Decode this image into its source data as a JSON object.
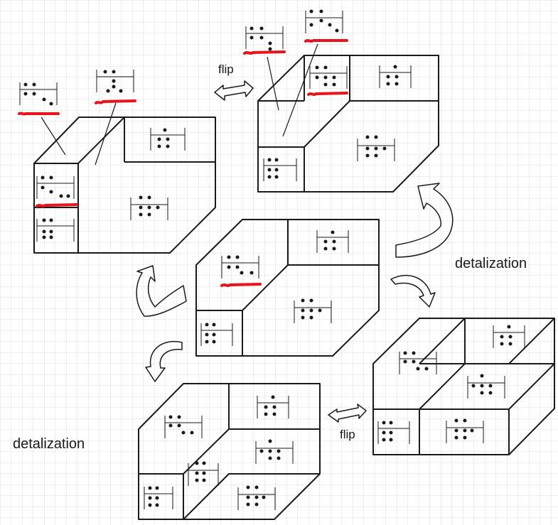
{
  "labels": {
    "flip_top": "flip",
    "flip_bottom": "flip",
    "detalization_right": "detalization",
    "detalization_left": "detalization"
  },
  "colors": {
    "grid": "#dcdcdc",
    "stroke": "#1a1a1a",
    "highlight": "#e8141c",
    "background": "#ffffff"
  },
  "icons": {
    "flip_arrow": "double-headed-arrow",
    "transition_arrow": "curved-arrow"
  }
}
